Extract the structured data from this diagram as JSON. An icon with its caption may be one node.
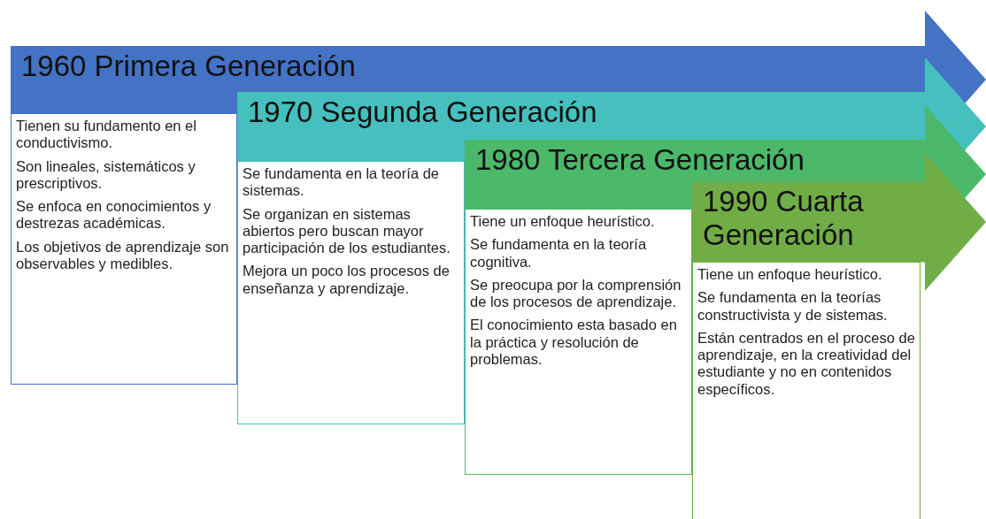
{
  "diagram": {
    "nodes": [
      {
        "text": [
          "1960 Primera Generación"
        ]
      },
      {
        "text": [
          "Tienen su fundamento en el conductivismo.",
          "Son lineales, sistemáticos y prescriptivos.",
          "Se enfoca en conocimientos y destrezas académicas.",
          "Los objetivos de aprendizaje son observables y medibles."
        ]
      },
      {
        "text": [
          "1970 Segunda Generación"
        ]
      },
      {
        "text": [
          "Se fundamenta en la teoría de sistemas.",
          "Se organizan en sistemas abiertos pero buscan mayor participación de los estudiantes.",
          "Mejora un poco los procesos de enseñanza y aprendizaje."
        ]
      },
      {
        "text": [
          "1980 Tercera Generación"
        ]
      },
      {
        "text": [
          "Tiene un enfoque heurístico.",
          "Se fundamenta en la teoría cognitiva.",
          "Se preocupa por la comprensión de los procesos de aprendizaje.",
          "El conocimiento esta basado en la práctica y resolución de problemas."
        ]
      },
      {
        "text": [
          "1990 Cuarta Generación"
        ]
      },
      {
        "text": [
          "Tiene un enfoque heurístico.",
          "Se fundamenta en la teorías constructivista y de sistemas.",
          "Están centrados en el proceso de aprendizaje, en la creatividad del estudiante y no en contenidos específicos."
        ]
      }
    ]
  }
}
